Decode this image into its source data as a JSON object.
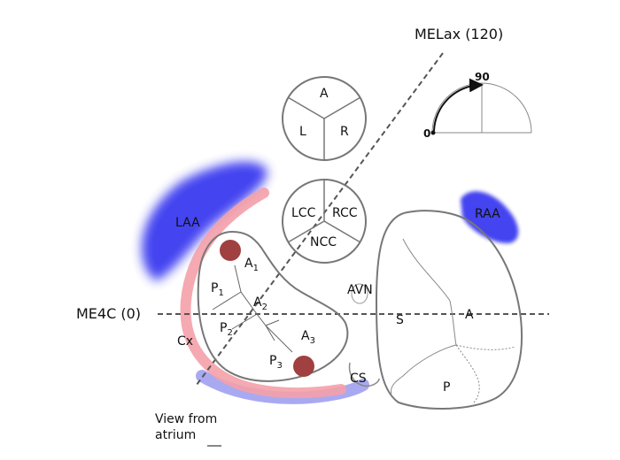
{
  "views": {
    "melax": "MELax (120)",
    "me4c": "ME4C (0)"
  },
  "angle_gauge": {
    "start_label": "0",
    "end_label": "90"
  },
  "aortic_valve": {
    "top": "A",
    "left": "L",
    "right": "R"
  },
  "pulmonary_valve": {
    "left": "LCC",
    "right": "RCC",
    "bottom": "NCC"
  },
  "appendages": {
    "left": "LAA",
    "right": "RAA"
  },
  "mitral_valve": {
    "a1": "A",
    "a1_sub": "1",
    "a2": "A",
    "a2_sub": "2",
    "a3": "A",
    "a3_sub": "3",
    "p1": "P",
    "p1_sub": "1",
    "p2": "P",
    "p2_sub": "2",
    "p3": "P",
    "p3_sub": "3"
  },
  "tricuspid_valve": {
    "septal": "S",
    "anterior": "A",
    "posterior": "P"
  },
  "structures": {
    "avn": "AVN",
    "cx": "Cx",
    "cs": "CS"
  },
  "caption": {
    "line1": "View from",
    "line2": "atrium"
  },
  "colors": {
    "blue_blob": "#3a3af0",
    "pink_band": "#f4a0a8",
    "lavender_band": "#9a9af0",
    "dot_red": "#a04040",
    "outline": "#777777"
  }
}
